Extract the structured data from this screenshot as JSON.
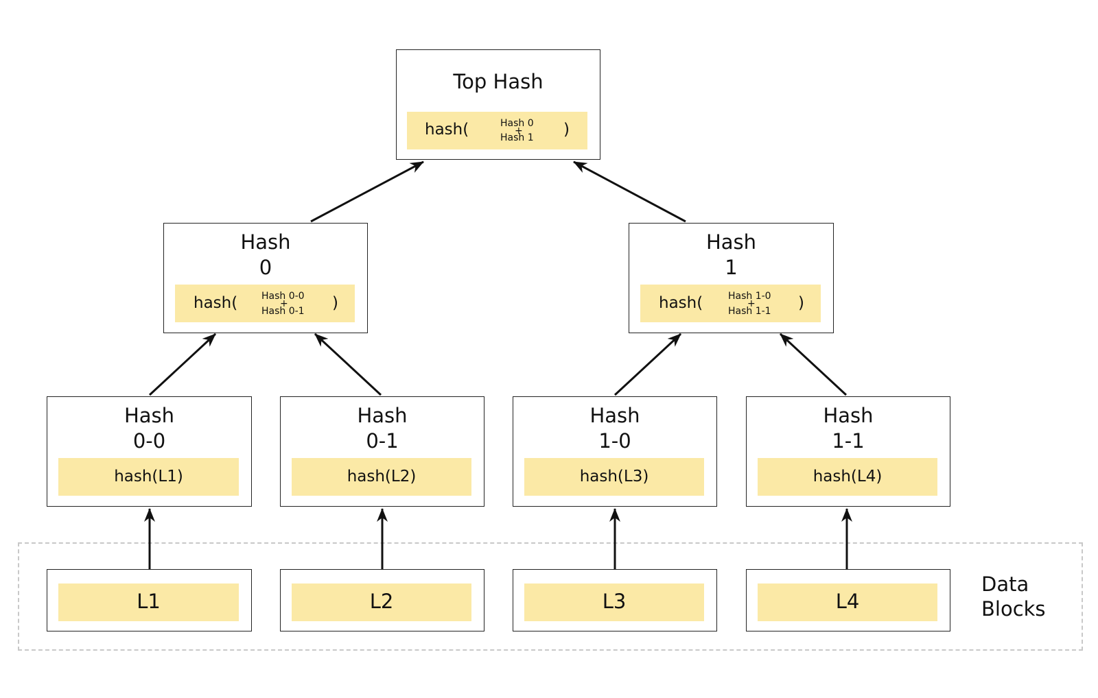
{
  "top": {
    "title": "Top Hash",
    "fn": "hash(",
    "in1": "Hash 0",
    "plus": "+",
    "in2": "Hash 1",
    "close": ")"
  },
  "hash0": {
    "title1": "Hash",
    "title2": "0",
    "fn": "hash(",
    "in1": "Hash 0-0",
    "plus": "+",
    "in2": "Hash 0-1",
    "close": ")"
  },
  "hash1": {
    "title1": "Hash",
    "title2": "1",
    "fn": "hash(",
    "in1": "Hash 1-0",
    "plus": "+",
    "in2": "Hash 1-1",
    "close": ")"
  },
  "leaves": [
    {
      "title1": "Hash",
      "title2": "0-0",
      "fn": "hash(L1)"
    },
    {
      "title1": "Hash",
      "title2": "0-1",
      "fn": "hash(L2)"
    },
    {
      "title1": "Hash",
      "title2": "1-0",
      "fn": "hash(L3)"
    },
    {
      "title1": "Hash",
      "title2": "1-1",
      "fn": "hash(L4)"
    }
  ],
  "blocks": [
    "L1",
    "L2",
    "L3",
    "L4"
  ],
  "region": {
    "line1": "Data",
    "line2": "Blocks"
  },
  "colors": {
    "bar": "#fbe9a6",
    "border": "#222222",
    "dashed": "#c8c8c8",
    "arrow": "#111111"
  }
}
